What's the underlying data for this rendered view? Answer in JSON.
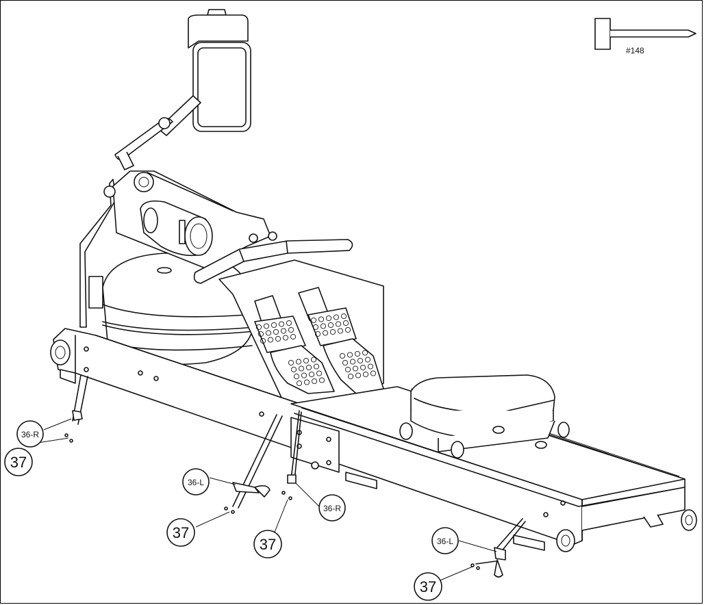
{
  "nail_label": "#148",
  "callouts": [
    {
      "id": "c1",
      "text": "36-R",
      "kind": "small"
    },
    {
      "id": "c2",
      "text": "37",
      "kind": "big"
    },
    {
      "id": "c3",
      "text": "36-L",
      "kind": "small"
    },
    {
      "id": "c4",
      "text": "37",
      "kind": "big"
    },
    {
      "id": "c5",
      "text": "36-R",
      "kind": "small"
    },
    {
      "id": "c6",
      "text": "37",
      "kind": "big"
    },
    {
      "id": "c7",
      "text": "36-L",
      "kind": "small"
    },
    {
      "id": "c8",
      "text": "37",
      "kind": "big"
    }
  ]
}
